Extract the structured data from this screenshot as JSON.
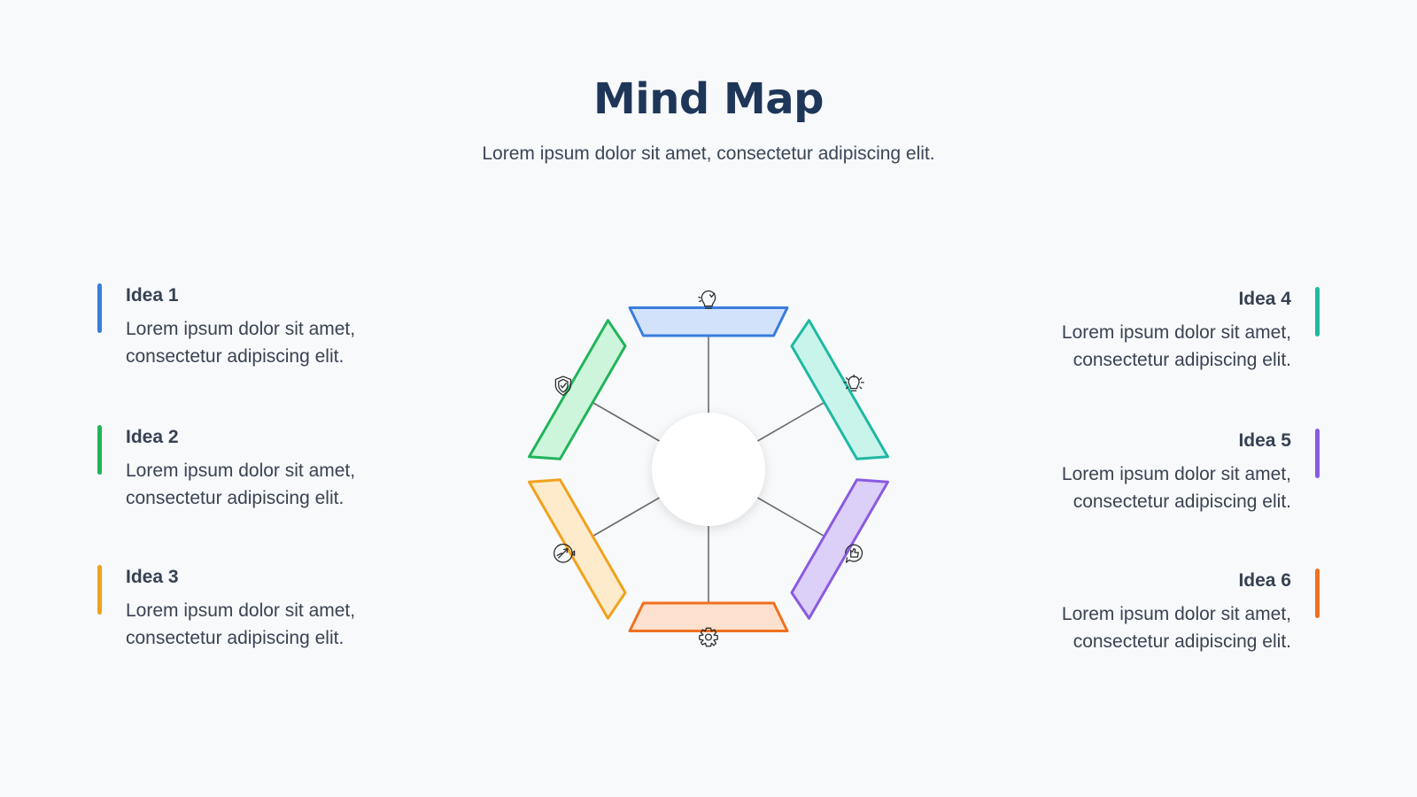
{
  "header": {
    "title": "Mind Map",
    "subtitle": "Lorem ipsum dolor sit amet, consectetur adipiscing elit."
  },
  "ideas": [
    {
      "title": "Idea 1",
      "line1": "Lorem ipsum dolor sit amet,",
      "line2": "consectetur adipiscing elit.",
      "color": "#3b7ddd"
    },
    {
      "title": "Idea 2",
      "line1": "Lorem ipsum dolor sit amet,",
      "line2": "consectetur adipiscing elit.",
      "color": "#22b45a"
    },
    {
      "title": "Idea 3",
      "line1": "Lorem ipsum dolor sit amet,",
      "line2": "consectetur adipiscing elit.",
      "color": "#f0a21e"
    },
    {
      "title": "Idea 4",
      "line1": "Lorem ipsum dolor sit amet,",
      "line2": "consectetur adipiscing elit.",
      "color": "#1fb9a2"
    },
    {
      "title": "Idea 5",
      "line1": "Lorem ipsum dolor sit amet,",
      "line2": "consectetur adipiscing elit.",
      "color": "#8a5be0"
    },
    {
      "title": "Idea 6",
      "line1": "Lorem ipsum dolor sit amet,",
      "line2": "consectetur adipiscing elit.",
      "color": "#f07020"
    }
  ],
  "segments": [
    {
      "icon": "lightbulb-check-icon",
      "stroke": "#3b7ddd",
      "fill": "#d2e2fb"
    },
    {
      "icon": "lightbulb-gear-icon",
      "stroke": "#1fb9a2",
      "fill": "#c8f4ec"
    },
    {
      "icon": "hand-thumbs-up-icon",
      "stroke": "#8a5be0",
      "fill": "#dccff8"
    },
    {
      "icon": "gear-icon",
      "stroke": "#f07020",
      "fill": "#fde0cd"
    },
    {
      "icon": "compass-icon",
      "stroke": "#f0a21e",
      "fill": "#fdebcc"
    },
    {
      "icon": "shield-check-icon",
      "stroke": "#22b45a",
      "fill": "#cdf5dc"
    }
  ],
  "colors": {
    "connector": "#6b6b6b",
    "hub": "#ffffff"
  }
}
